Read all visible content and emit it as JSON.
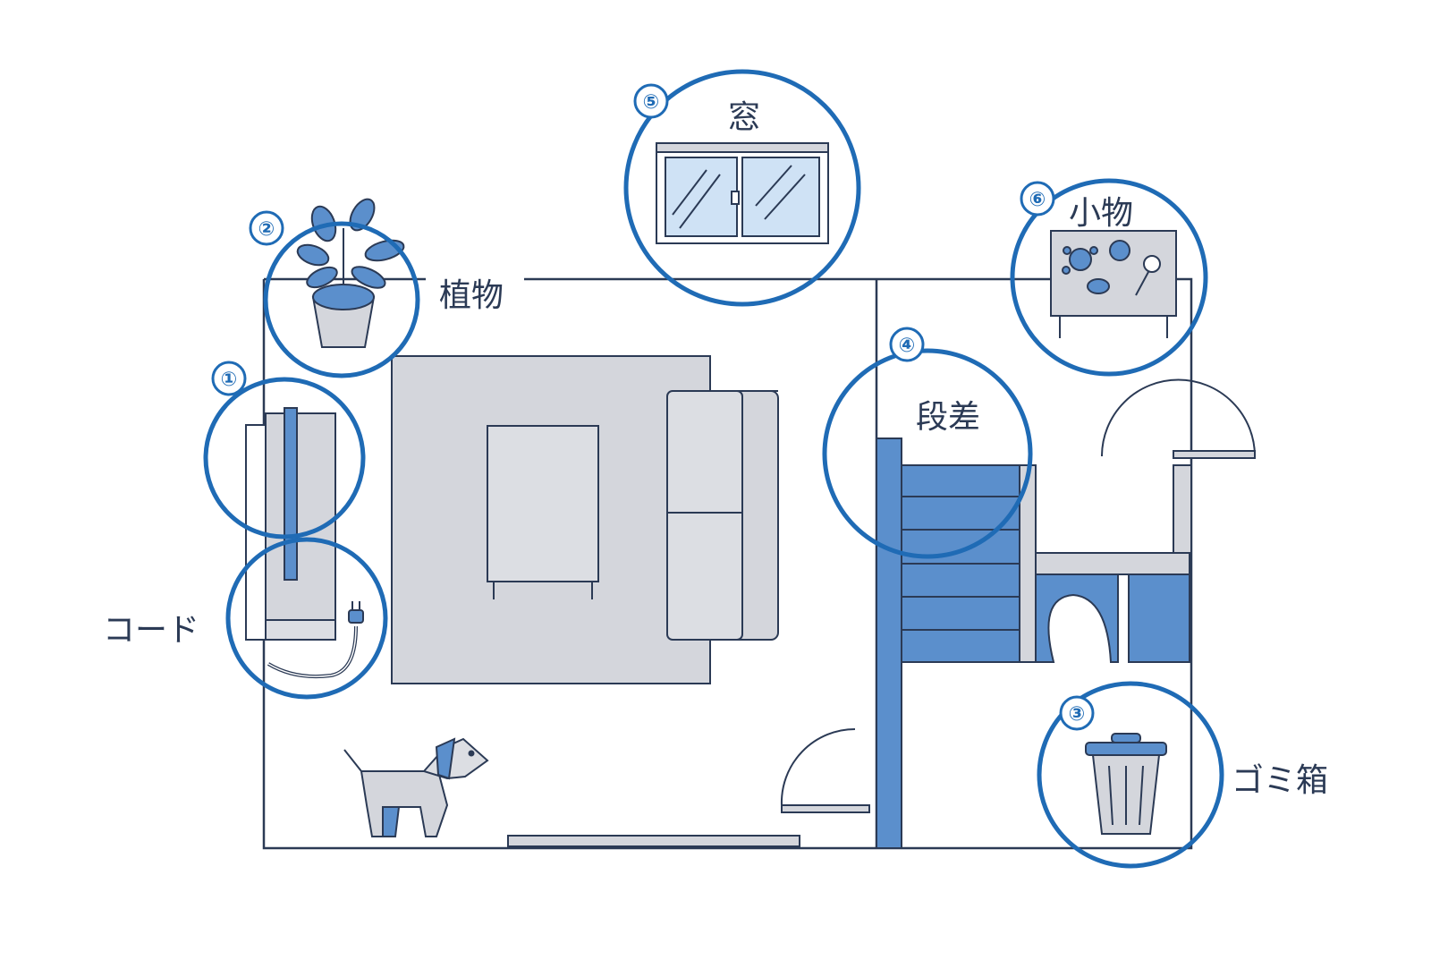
{
  "colors": {
    "accent": "#1f6bb5",
    "wall": "#2b3a55",
    "furniture": "#d4d6dc",
    "highlight": "#5b8fcc",
    "glass": "#cfe2f5"
  },
  "hazards": [
    {
      "number": "①",
      "label": "コード",
      "icon": "cord-plug-icon"
    },
    {
      "number": "②",
      "label": "植物",
      "icon": "potted-plant-icon"
    },
    {
      "number": "③",
      "label": "ゴミ箱",
      "icon": "trash-can-icon"
    },
    {
      "number": "④",
      "label": "段差",
      "icon": "stairs-icon"
    },
    {
      "number": "⑤",
      "label": "窓",
      "icon": "window-icon"
    },
    {
      "number": "⑥",
      "label": "小物",
      "icon": "small-items-icon"
    }
  ]
}
